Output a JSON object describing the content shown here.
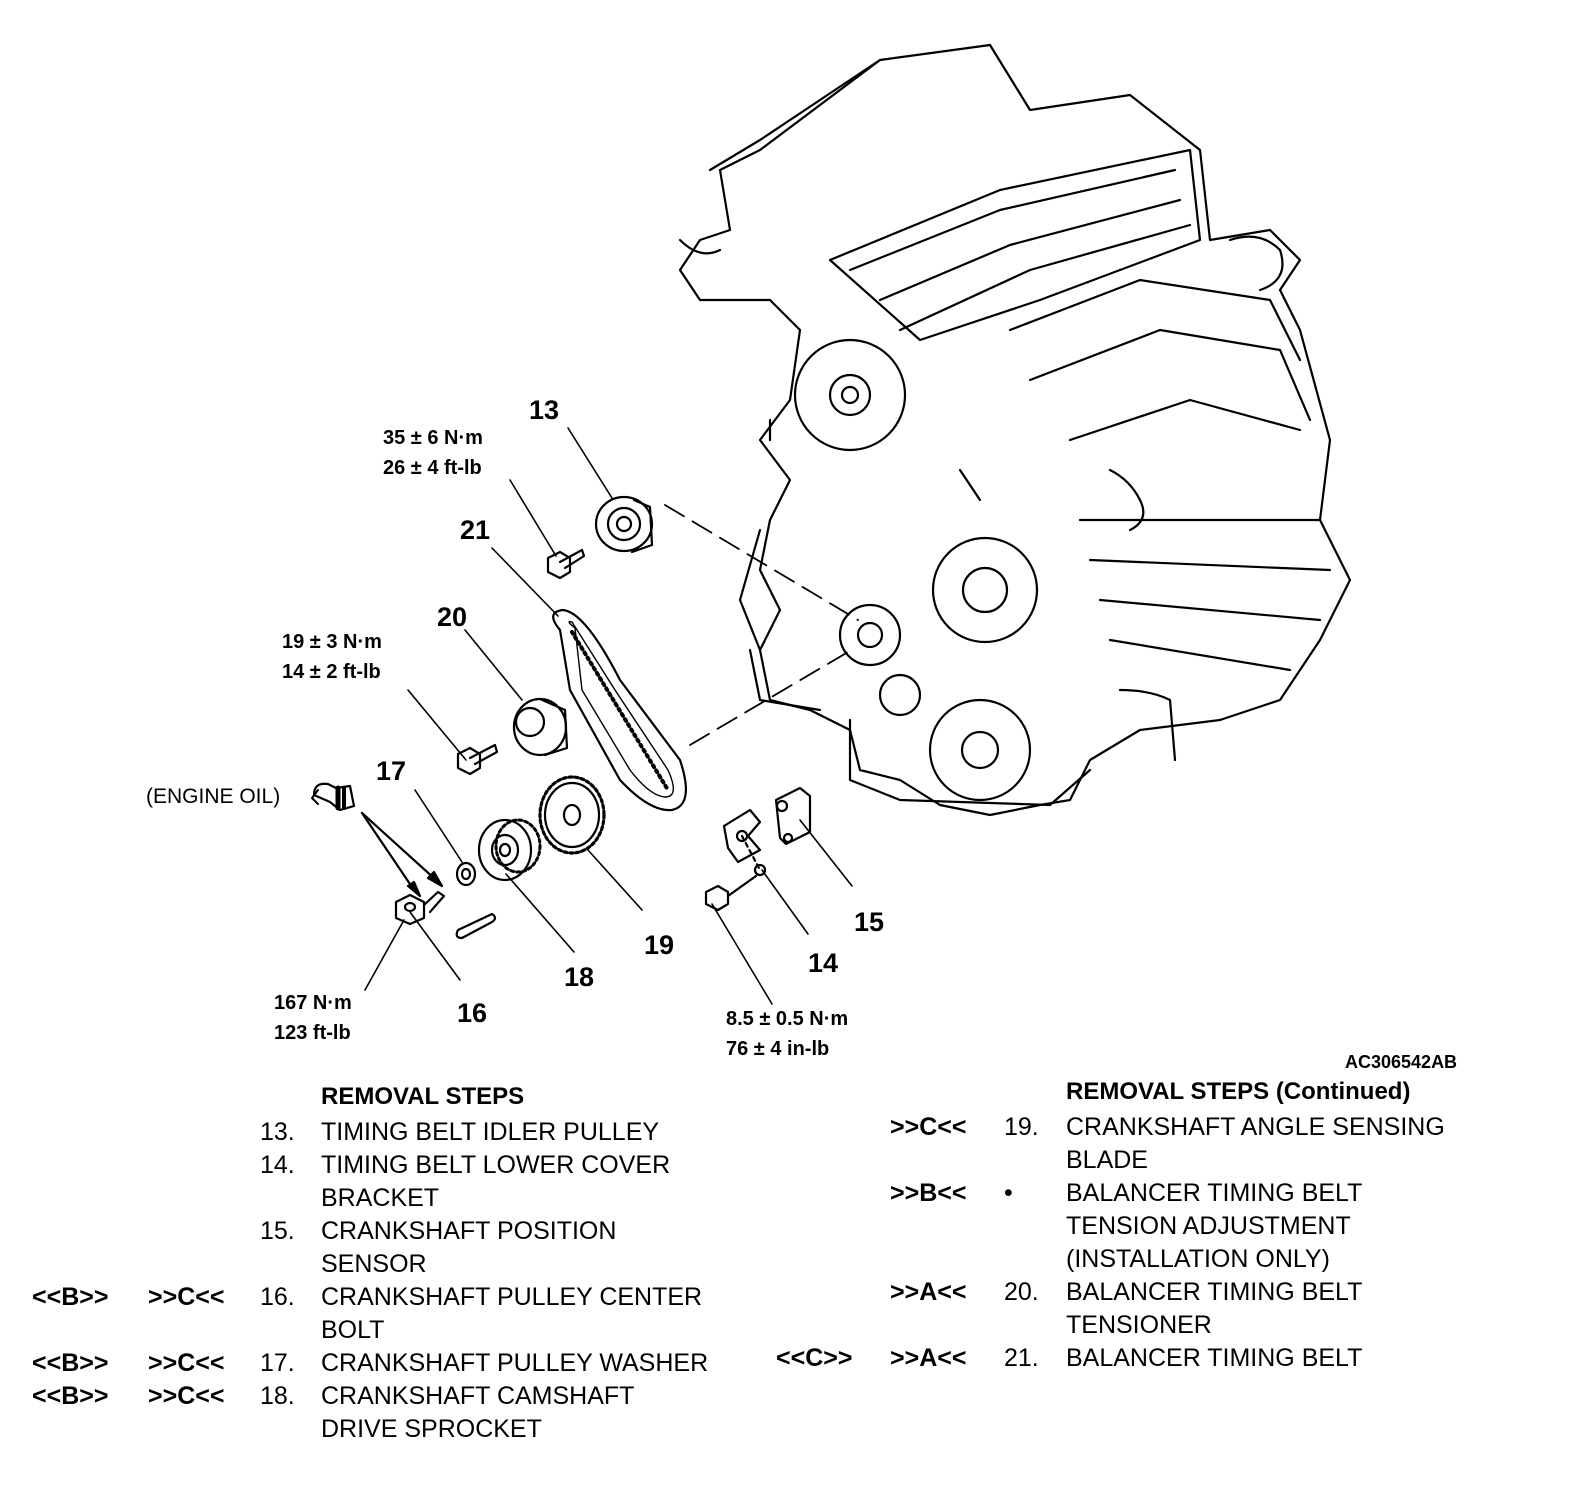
{
  "callouts": {
    "c13": "13",
    "c21": "21",
    "c20": "20",
    "c17": "17",
    "c16": "16",
    "c18": "18",
    "c19": "19",
    "c14": "14",
    "c15": "15"
  },
  "torques": {
    "t13": [
      "35 ± 6 N·m",
      "26 ± 4 ft-lb"
    ],
    "t20": [
      "19 ± 3 N·m",
      "14 ± 2 ft-lb"
    ],
    "t16": [
      "167 N·m",
      "123 ft-lb"
    ],
    "t15": [
      "8.5 ± 0.5 N·m",
      "76 ± 4 in-lb"
    ]
  },
  "engine_oil_label": "(ENGINE OIL)",
  "figure_id": "AC306542AB",
  "left_steps": {
    "title": "REMOVAL STEPS",
    "rows": [
      {
        "rem": "",
        "inst": "",
        "num": "13.",
        "text": "TIMING BELT IDLER PULLEY"
      },
      {
        "rem": "",
        "inst": "",
        "num": "14.",
        "text": "TIMING BELT LOWER COVER"
      },
      {
        "rem": "",
        "inst": "",
        "num": "",
        "text": "BRACKET"
      },
      {
        "rem": "",
        "inst": "",
        "num": "15.",
        "text": "CRANKSHAFT POSITION"
      },
      {
        "rem": "",
        "inst": "",
        "num": "",
        "text": "SENSOR"
      },
      {
        "rem": "<<B>>",
        "inst": ">>C<<",
        "num": "16.",
        "text": "CRANKSHAFT PULLEY CENTER"
      },
      {
        "rem": "",
        "inst": "",
        "num": "",
        "text": "BOLT"
      },
      {
        "rem": "<<B>>",
        "inst": ">>C<<",
        "num": "17.",
        "text": "CRANKSHAFT PULLEY WASHER"
      },
      {
        "rem": "<<B>>",
        "inst": ">>C<<",
        "num": "18.",
        "text": "CRANKSHAFT CAMSHAFT"
      },
      {
        "rem": "",
        "inst": "",
        "num": "",
        "text": "DRIVE SPROCKET"
      }
    ]
  },
  "right_steps": {
    "title": "REMOVAL STEPS (Continued)",
    "rows": [
      {
        "rem": "",
        "inst": ">>C<<",
        "num": "19.",
        "text": "CRANKSHAFT ANGLE SENSING"
      },
      {
        "rem": "",
        "inst": "",
        "num": "",
        "text": "BLADE"
      },
      {
        "rem": "",
        "inst": ">>B<<",
        "num": "•",
        "text": "BALANCER TIMING BELT"
      },
      {
        "rem": "",
        "inst": "",
        "num": "",
        "text": "TENSION ADJUSTMENT"
      },
      {
        "rem": "",
        "inst": "",
        "num": "",
        "text": "(INSTALLATION ONLY)"
      },
      {
        "rem": "",
        "inst": ">>A<<",
        "num": "20.",
        "text": "BALANCER TIMING BELT"
      },
      {
        "rem": "",
        "inst": "",
        "num": "",
        "text": "TENSIONER"
      },
      {
        "rem": "<<C>>",
        "inst": ">>A<<",
        "num": "21.",
        "text": "BALANCER TIMING BELT"
      }
    ]
  }
}
